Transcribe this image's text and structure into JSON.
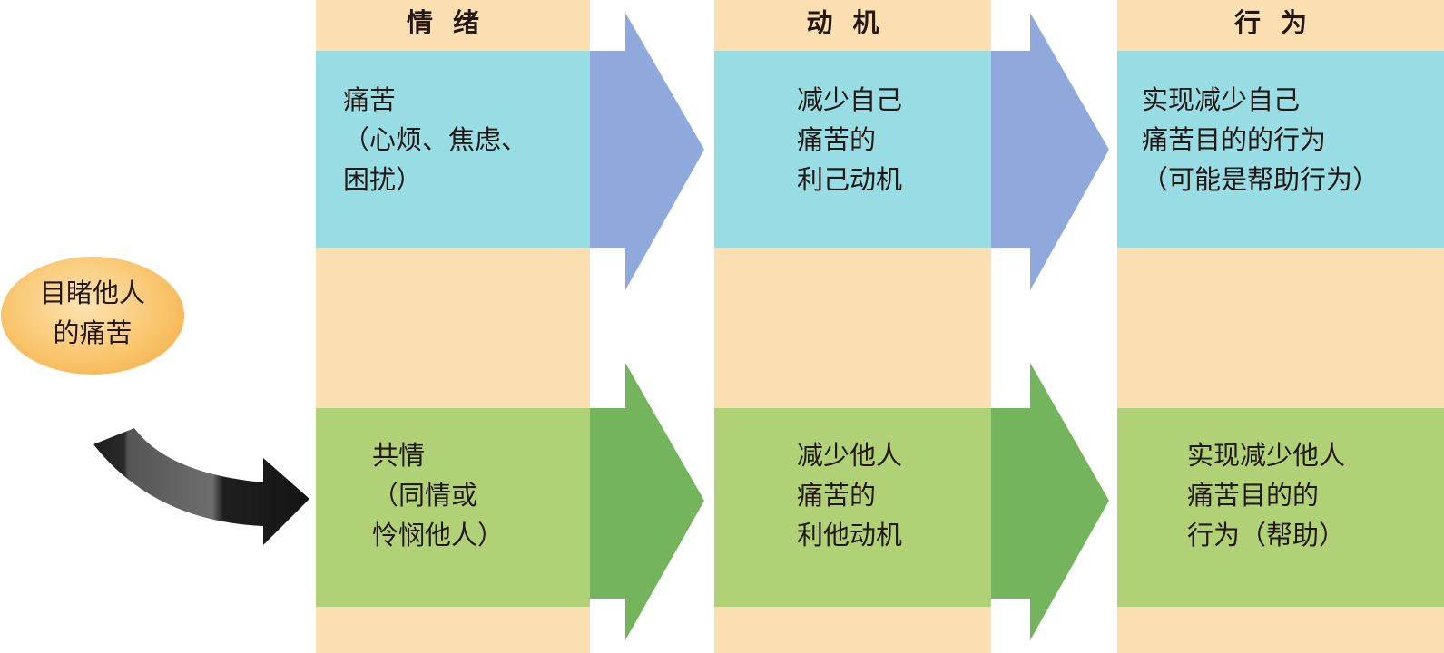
{
  "source": {
    "lines": [
      "目睹他人",
      "的痛苦"
    ]
  },
  "columns": [
    {
      "header": "情绪",
      "upper": [
        "痛苦",
        "（心烦、焦虑、",
        "困扰）"
      ],
      "lower": [
        "共情",
        "（同情或",
        "怜悯他人）"
      ]
    },
    {
      "header": "动机",
      "upper": [
        "减少自己",
        "痛苦的",
        "利己动机"
      ],
      "lower": [
        "减少他人",
        "痛苦的",
        "利他动机"
      ]
    },
    {
      "header": "行为",
      "upper": [
        "实现减少自己",
        "痛苦目的的行为",
        "（可能是帮助行为）"
      ],
      "lower": [
        "实现减少他人",
        "痛苦目的的",
        "行为（帮助）"
      ]
    }
  ],
  "colors": {
    "column_background": "#fbdfb0",
    "upper_band": "#98dde4",
    "lower_band": "#b1d177",
    "upper_arrow": "#8fa9dc",
    "lower_arrow": "#73b45d",
    "source_ellipse": "#f7be62",
    "curved_arrow": "#232323"
  }
}
